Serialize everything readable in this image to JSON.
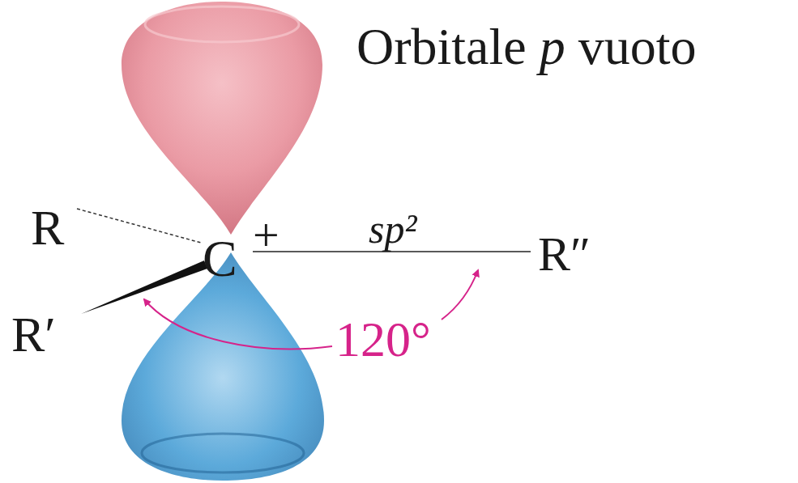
{
  "diagram": {
    "labels": [
      "Orbitale",
      "p",
      "vuoto",
      "R",
      "C",
      "+",
      "sp²",
      "R″",
      "R′",
      "120°"
    ]
  }
}
